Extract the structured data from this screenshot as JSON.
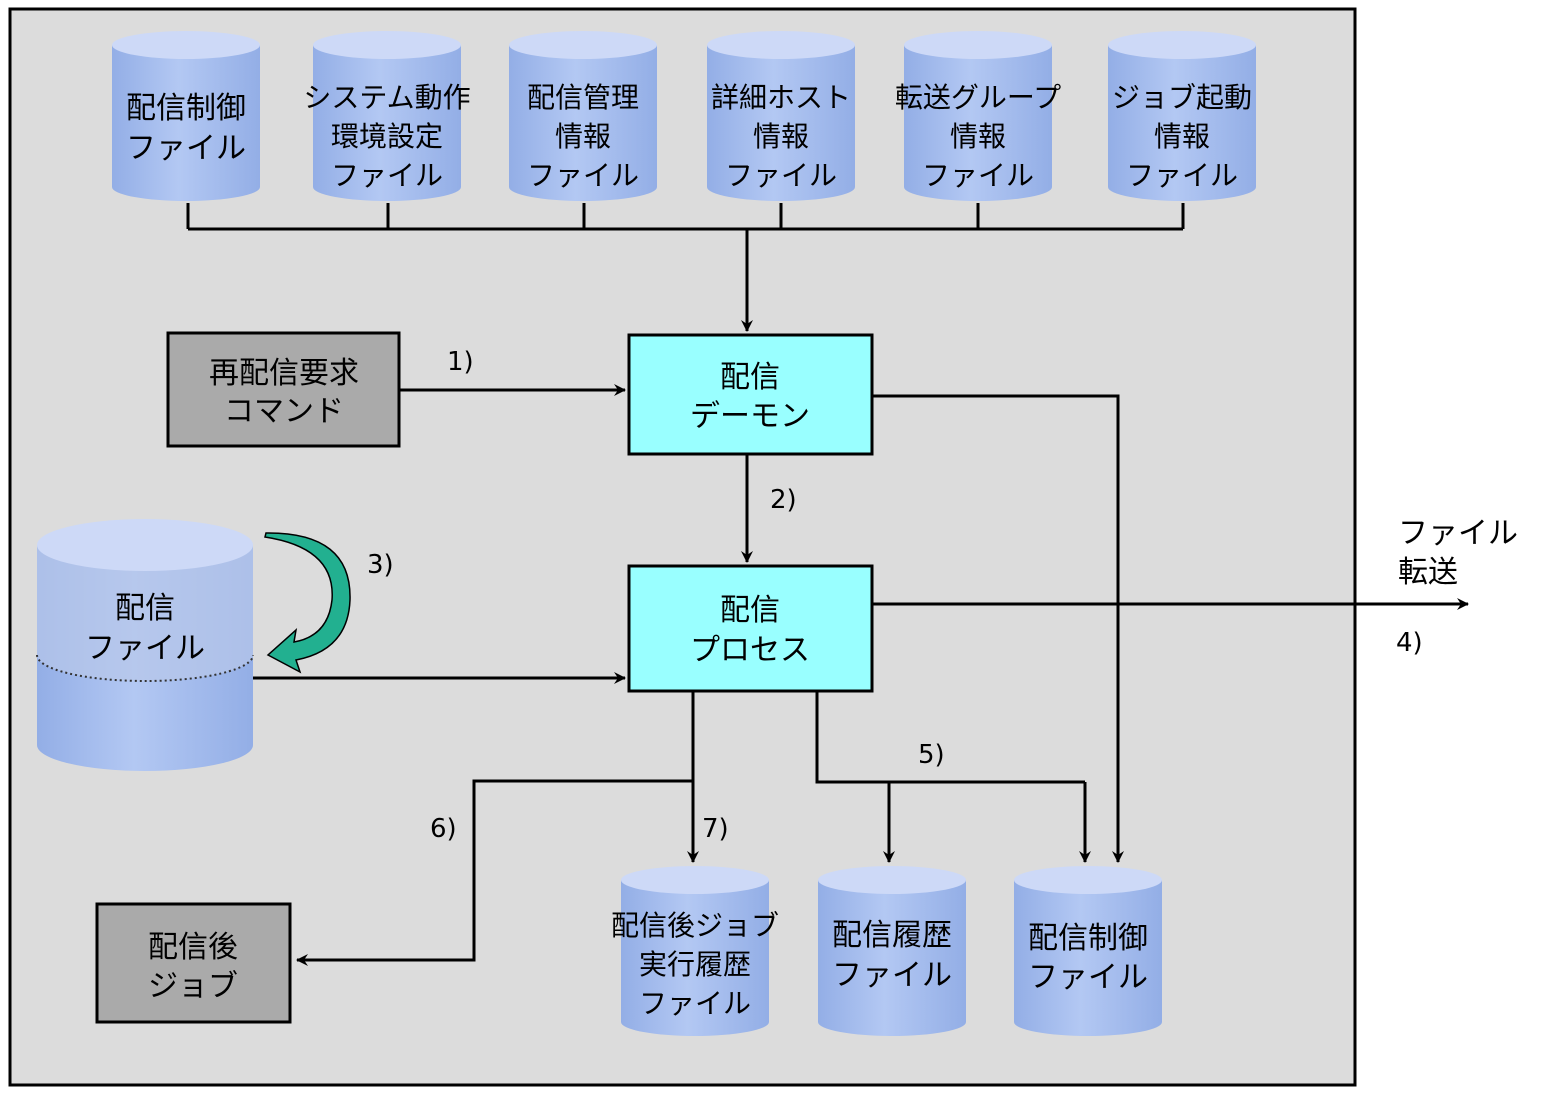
{
  "colors": {
    "panel_bg": "#dcdcdc",
    "cylinder_body": "#a9c0ef",
    "cylinder_top": "#cdd9f7",
    "process_box": "#99ffff",
    "gray_box": "#aaaaaa",
    "curved_arrow": "#22b090",
    "line": "#000000"
  },
  "top_files": [
    {
      "line1": "配信制御",
      "line2": "ファイル",
      "line3": ""
    },
    {
      "line1": "システム動作",
      "line2": "環境設定",
      "line3": "ファイル"
    },
    {
      "line1": "配信管理",
      "line2": "情報",
      "line3": "ファイル"
    },
    {
      "line1": "詳細ホスト",
      "line2": "情報",
      "line3": "ファイル"
    },
    {
      "line1": "転送グループ",
      "line2": "情報",
      "line3": "ファイル"
    },
    {
      "line1": "ジョブ起動",
      "line2": "情報",
      "line3": "ファイル"
    }
  ],
  "command_box": {
    "line1": "再配信要求",
    "line2": "コマンド"
  },
  "daemon_box": {
    "line1": "配信",
    "line2": "デーモン"
  },
  "process_box": {
    "line1": "配信",
    "line2": "プロセス"
  },
  "distribution_file": {
    "line1": "配信",
    "line2": "ファイル"
  },
  "post_job_box": {
    "line1": "配信後",
    "line2": "ジョブ"
  },
  "bottom_files": [
    {
      "line1": "配信後ジョブ",
      "line2": "実行履歴",
      "line3": "ファイル"
    },
    {
      "line1": "配信履歴",
      "line2": "ファイル",
      "line3": ""
    },
    {
      "line1": "配信制御",
      "line2": "ファイル",
      "line3": ""
    }
  ],
  "file_transfer": {
    "line1": "ファイル",
    "line2": "転送"
  },
  "steps": {
    "s1": "1)",
    "s2": "2)",
    "s3": "3)",
    "s4": "4)",
    "s5": "5)",
    "s6": "6)",
    "s7": "7)"
  }
}
